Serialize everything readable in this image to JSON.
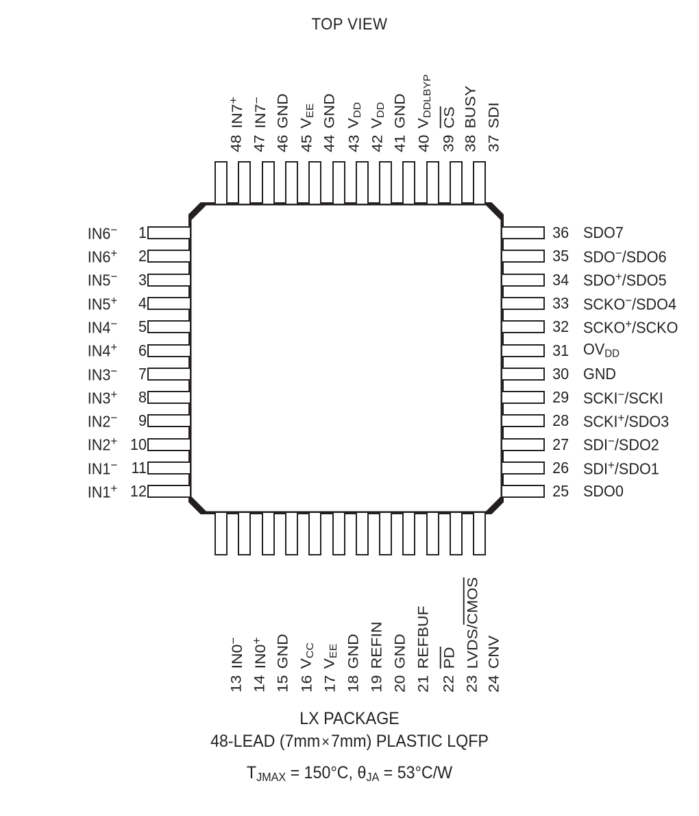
{
  "title": "TOP VIEW",
  "package": {
    "name": "LX PACKAGE",
    "description": "48-LEAD (7mm × 7mm) PLASTIC LQFP",
    "thermal": "TJMAX = 150°C, θJA = 53°C/W",
    "lead_count": 48,
    "body_size": "7mm × 7mm",
    "type": "PLASTIC LQFP",
    "tjmax": "150°C",
    "theta_ja": "53°C/W"
  },
  "caption": {
    "line1": "LX PACKAGE",
    "line2_a": "48-LEAD (7mm",
    "line2_times": "×",
    "line2_b": "7mm) PLASTIC LQFP",
    "line3_t": "T",
    "line3_t_sub": "JMAX",
    "line3_mid": " = 150°C, θ",
    "line3_theta_sub": "JA",
    "line3_end": " = 53°C/W"
  },
  "pins": {
    "left": [
      {
        "num": "1",
        "base": "IN6",
        "sign": "−"
      },
      {
        "num": "2",
        "base": "IN6",
        "sign": "+"
      },
      {
        "num": "3",
        "base": "IN5",
        "sign": "−"
      },
      {
        "num": "4",
        "base": "IN5",
        "sign": "+"
      },
      {
        "num": "5",
        "base": "IN4",
        "sign": "−"
      },
      {
        "num": "6",
        "base": "IN4",
        "sign": "+"
      },
      {
        "num": "7",
        "base": "IN3",
        "sign": "−"
      },
      {
        "num": "8",
        "base": "IN3",
        "sign": "+"
      },
      {
        "num": "9",
        "base": "IN2",
        "sign": "−"
      },
      {
        "num": "10",
        "base": "IN2",
        "sign": "+"
      },
      {
        "num": "11",
        "base": "IN1",
        "sign": "−"
      },
      {
        "num": "12",
        "base": "IN1",
        "sign": "+"
      }
    ],
    "bottom": [
      {
        "num": "13",
        "base": "IN0",
        "sign": "−"
      },
      {
        "num": "14",
        "base": "IN0",
        "sign": "+"
      },
      {
        "num": "15",
        "base": "GND"
      },
      {
        "num": "16",
        "base": "V",
        "sub": "CC"
      },
      {
        "num": "17",
        "base": "V",
        "sub": "EE"
      },
      {
        "num": "18",
        "base": "GND"
      },
      {
        "num": "19",
        "base": "REFIN"
      },
      {
        "num": "20",
        "base": "GND"
      },
      {
        "num": "21",
        "base": "REFBUF"
      },
      {
        "num": "22",
        "base": "PD",
        "overline": "PD"
      },
      {
        "num": "23",
        "base": "LVDS/CMOS",
        "pre": "LVDS/",
        "overline": "CMOS"
      },
      {
        "num": "24",
        "base": "CNV"
      }
    ],
    "right": [
      {
        "num": "36",
        "base": "SDO7"
      },
      {
        "num": "35",
        "base": "SDO",
        "sign": "−",
        "post": "/SDO6"
      },
      {
        "num": "34",
        "base": "SDO",
        "sign": "+",
        "post": "/SDO5"
      },
      {
        "num": "33",
        "base": "SCKO",
        "sign": "−",
        "post": "/SDO4"
      },
      {
        "num": "32",
        "base": "SCKO",
        "sign": "+",
        "post": "/SCKO"
      },
      {
        "num": "31",
        "base": "OV",
        "sub": "DD"
      },
      {
        "num": "30",
        "base": "GND"
      },
      {
        "num": "29",
        "base": "SCKI",
        "sign": "−",
        "post": "/SCKI"
      },
      {
        "num": "28",
        "base": "SCKI",
        "sign": "+",
        "post": "/SDO3"
      },
      {
        "num": "27",
        "base": "SDI",
        "sign": "−",
        "post": "/SDO2"
      },
      {
        "num": "26",
        "base": "SDI",
        "sign": "+",
        "post": "/SDO1"
      },
      {
        "num": "25",
        "base": "SDO0"
      }
    ],
    "top": [
      {
        "num": "48",
        "base": "IN7",
        "sign": "+"
      },
      {
        "num": "47",
        "base": "IN7",
        "sign": "−"
      },
      {
        "num": "46",
        "base": "GND"
      },
      {
        "num": "45",
        "base": "V",
        "sub": "EE"
      },
      {
        "num": "44",
        "base": "GND"
      },
      {
        "num": "43",
        "base": "V",
        "sub": "DD"
      },
      {
        "num": "42",
        "base": "V",
        "sub": "DD"
      },
      {
        "num": "41",
        "base": "GND"
      },
      {
        "num": "40",
        "base": "V",
        "sub": "DDLBYP"
      },
      {
        "num": "39",
        "base": "CS",
        "overline": "CS"
      },
      {
        "num": "38",
        "base": "BUSY"
      },
      {
        "num": "37",
        "base": "SDI"
      }
    ]
  },
  "colors": {
    "ink": "#231f20",
    "background": "#ffffff"
  }
}
